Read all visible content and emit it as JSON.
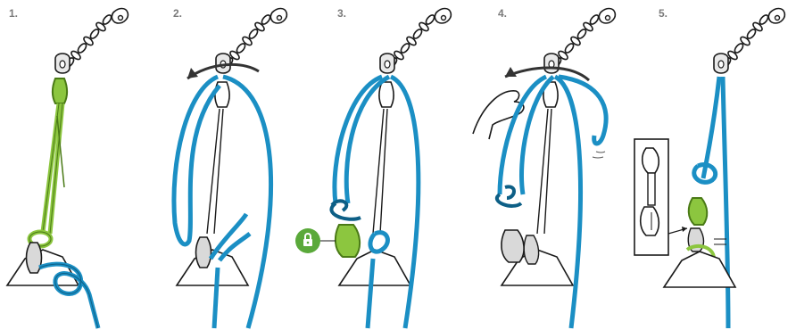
{
  "steps": [
    {
      "label": "1."
    },
    {
      "label": "2."
    },
    {
      "label": "3."
    },
    {
      "label": "4."
    },
    {
      "label": "5."
    }
  ],
  "icons": {
    "lock": "lock-icon",
    "chain": "anchor-chain-icon",
    "carabiner": "carabiner-icon",
    "hand": "hand-icon",
    "quickdraw": "quickdraw-icon"
  },
  "colors": {
    "rope_blue": "#1b8fc4",
    "rope_blue_dark": "#0d5f86",
    "sling_green": "#8cc63f",
    "sling_green_dark": "#4a7a16",
    "lock_badge": "#5aa93a",
    "metal": "#d9d9d9",
    "outline": "#1a1a1a"
  }
}
